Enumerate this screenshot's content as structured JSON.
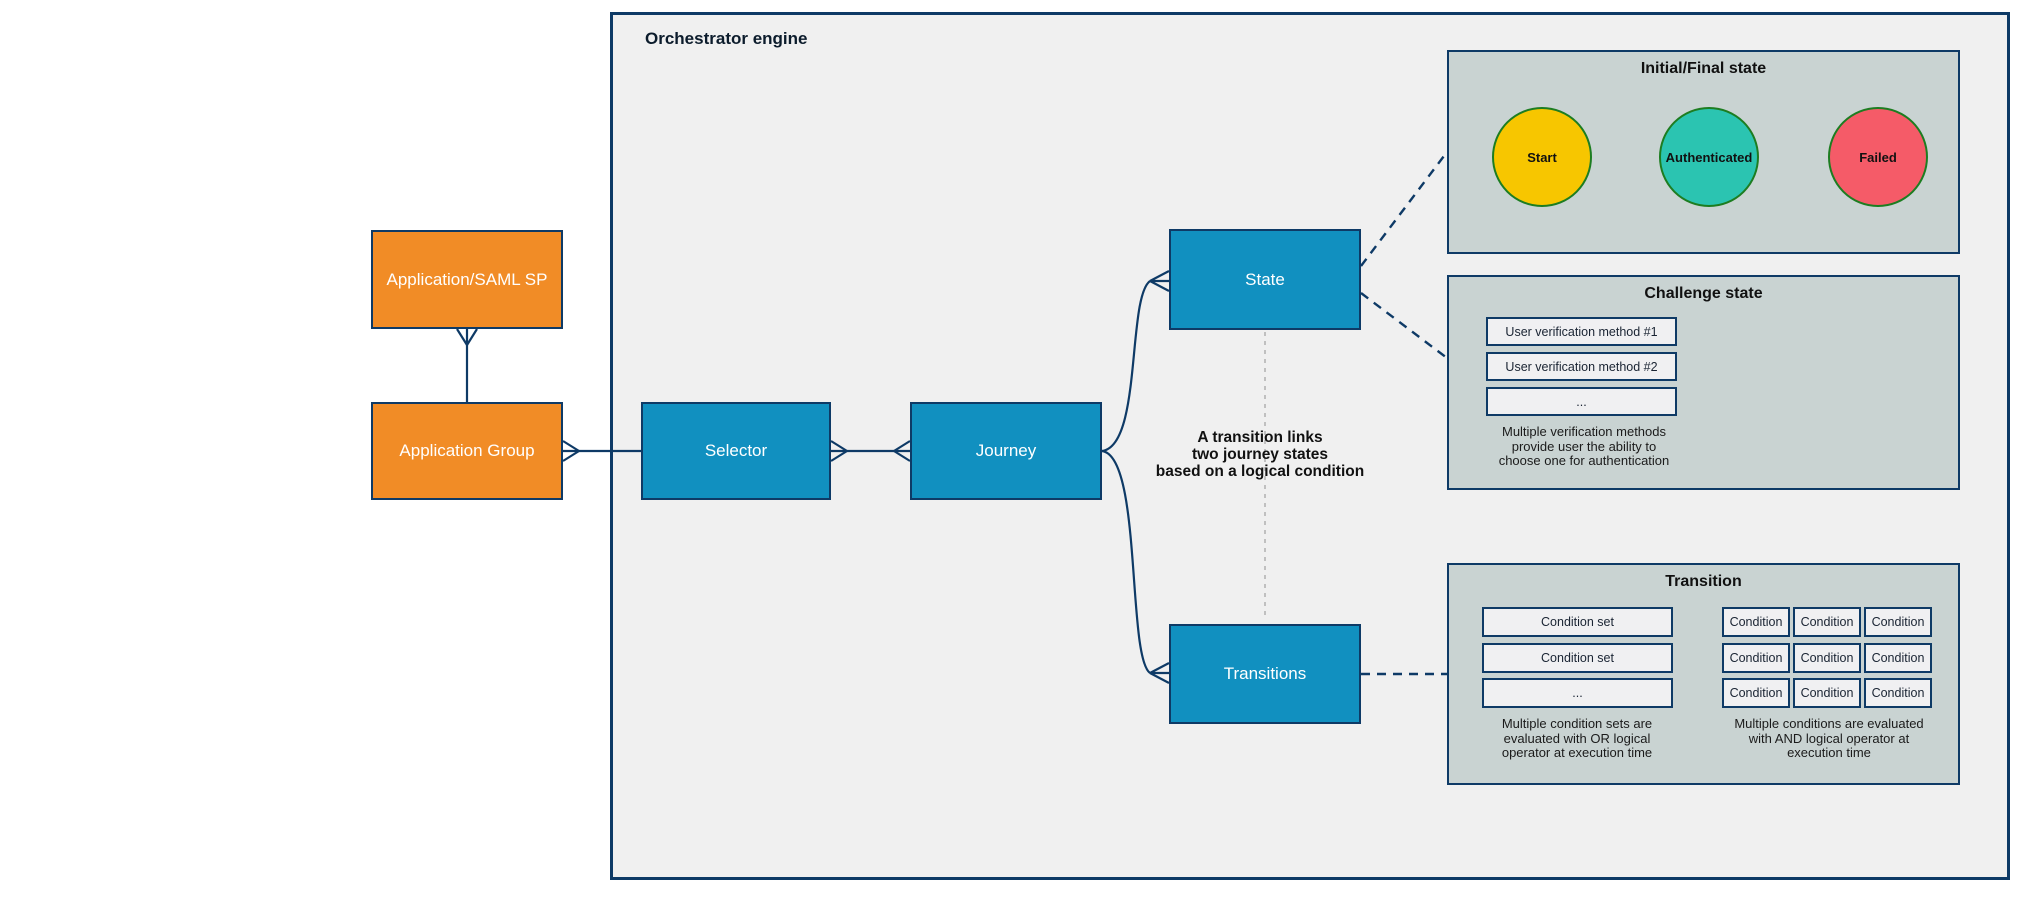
{
  "orchestrator": {
    "title": "Orchestrator engine"
  },
  "nodes": {
    "application_saml_sp": {
      "label": "Application/SAML SP"
    },
    "application_group": {
      "label": "Application Group"
    },
    "selector": {
      "label": "Selector"
    },
    "journey": {
      "label": "Journey"
    },
    "state": {
      "label": "State"
    },
    "transitions": {
      "label": "Transitions"
    }
  },
  "annotation": {
    "text": "A transition links\ntwo journey states\nbased on a logical condition"
  },
  "panels": {
    "initial_final": {
      "title": "Initial/Final state",
      "states": [
        {
          "label": "Start",
          "fill": "#f7c600"
        },
        {
          "label": "Authenticated",
          "fill": "#2bc4b1"
        },
        {
          "label": "Failed",
          "fill": "#f55b68"
        }
      ]
    },
    "challenge": {
      "title": "Challenge state",
      "methods": [
        "User verification method #1",
        "User verification method #2",
        "..."
      ],
      "caption": "Multiple verification methods\nprovide user the ability to\nchoose one for authentication"
    },
    "transition": {
      "title": "Transition",
      "condition_sets": [
        "Condition set",
        "Condition set",
        "..."
      ],
      "conditions": [
        [
          "Condition",
          "Condition",
          "Condition"
        ],
        [
          "Condition",
          "Condition",
          "Condition"
        ],
        [
          "Condition",
          "Condition",
          "Condition"
        ]
      ],
      "caption_or": "Multiple condition sets are\nevaluated with OR logical\noperator at execution time",
      "caption_and": "Multiple conditions are evaluated\nwith AND logical operator at\nexecution time"
    }
  },
  "colors": {
    "node_blue": "#1190c0",
    "node_orange": "#f18c26",
    "border_navy": "#0e3a66",
    "engine_bg": "#f0f0f0",
    "panel_bg": "#c9d3d2",
    "circle_border_green": "#1d7d21",
    "start_yellow": "#f7c600",
    "authenticated_teal": "#2bc4b1",
    "failed_red": "#f55b68",
    "gray_dash": "#b4b4b4"
  }
}
